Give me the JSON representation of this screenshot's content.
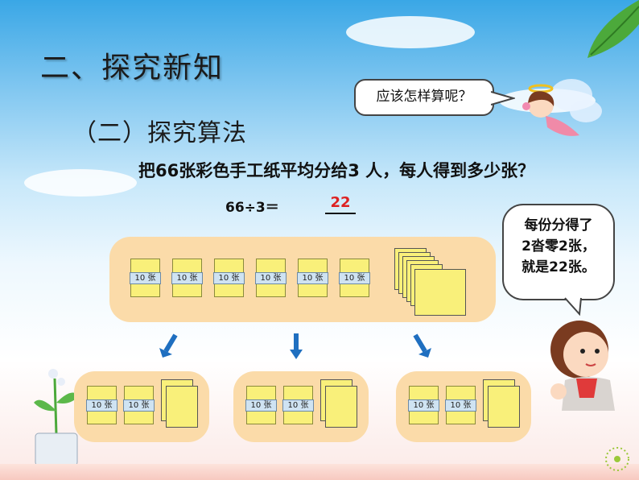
{
  "title": "二、探究新知",
  "subtitle": "（二）探究算法",
  "fairy_bubble": "应该怎样算呢？",
  "question": "把66张彩色手工纸平均分给3 人，每人得到多少张？",
  "equation": {
    "expression": "66÷3＝",
    "answer": "22"
  },
  "girl_bubble": {
    "line1": "每份分得了",
    "line2": "2沓零2张，",
    "line3": "就是22张。"
  },
  "pack_label": "10 张",
  "colors": {
    "panel": "#fbdba9",
    "paper": "#f9f07a",
    "answer": "#dd2222",
    "arrow": "#1f6fc0"
  }
}
